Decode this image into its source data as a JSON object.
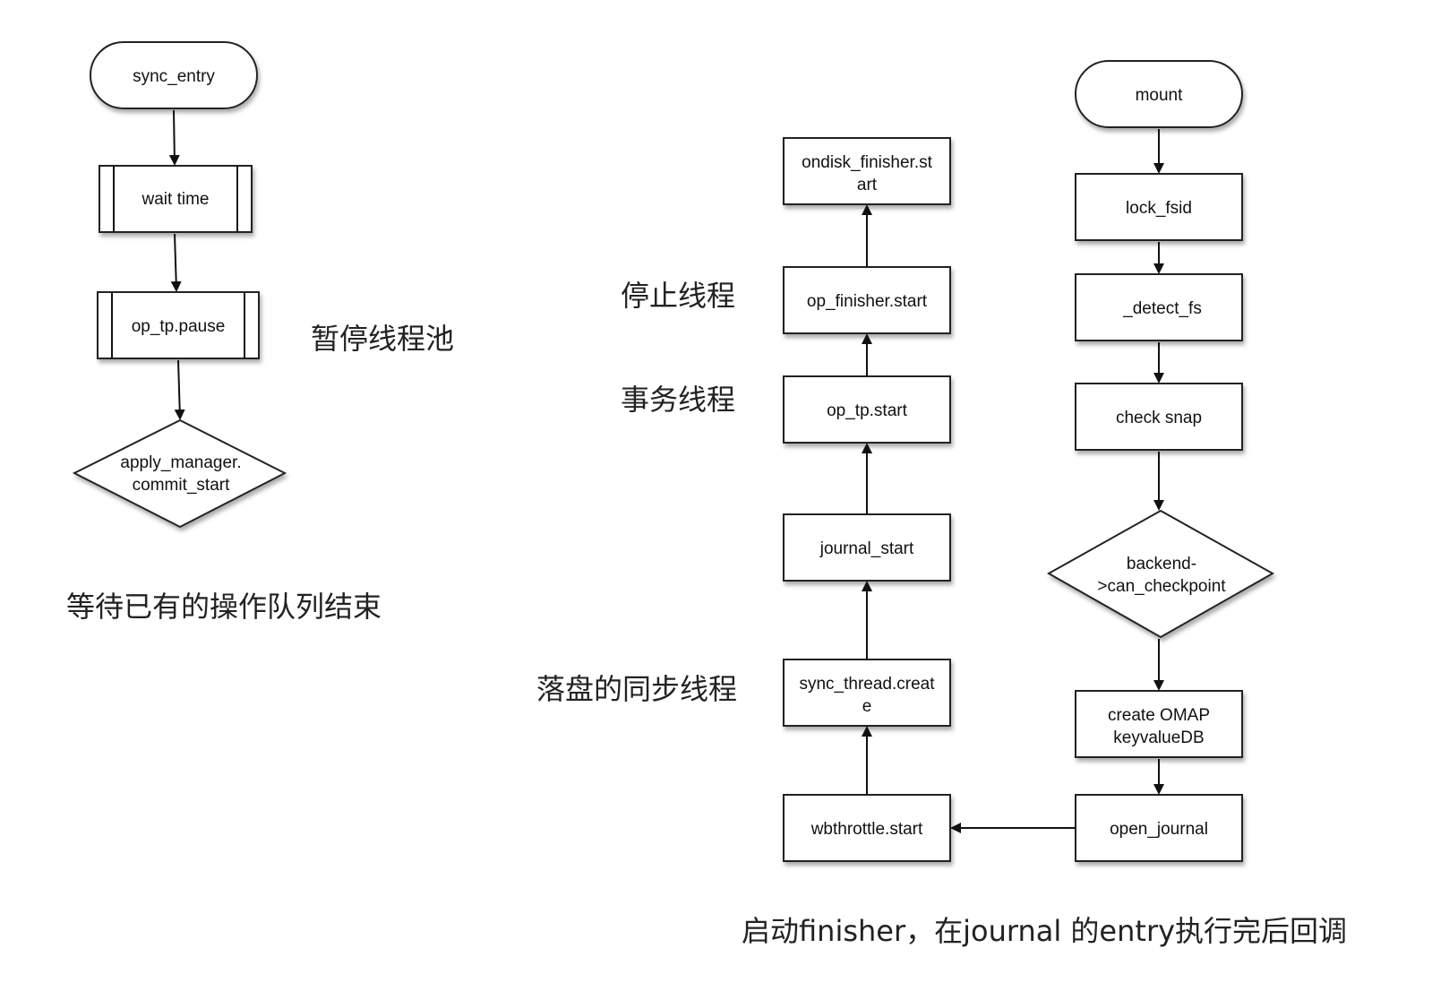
{
  "left_flow": {
    "sync_entry": "sync_entry",
    "wait_time": "wait time",
    "op_tp_pause": "op_tp.pause",
    "apply_manager_line1": "apply_manager.",
    "apply_manager_line2": "commit_start"
  },
  "right_flow": {
    "mount": "mount",
    "lock_fsid": "lock_fsid",
    "detect_fs": "_detect_fs",
    "check_snap": "check snap",
    "backend_line1": "backend-",
    "backend_line2": ">can_checkpoint",
    "create_omap_line1": "create OMAP",
    "create_omap_line2": "keyvalueDB",
    "open_journal": "open_journal",
    "wbthrottle_start": "wbthrottle.start",
    "sync_thread_line1": "sync_thread.creat",
    "sync_thread_line2": "e",
    "journal_start": "journal_start",
    "op_tp_start": "op_tp.start",
    "op_finisher_start": "op_finisher.start",
    "ondisk_line1": "ondisk_finisher.st",
    "ondisk_line2": "art"
  },
  "annotations": {
    "pause_pool": "暂停线程池",
    "wait_existing": "等待已有的操作队列结束",
    "stop_thread": "停止线程",
    "transaction_thread": "事务线程",
    "sync_thread": "落盘的同步线程",
    "finisher_note": "启动finisher，在journal 的entry执行完后回调"
  },
  "colors": {
    "stroke": "#222222",
    "fill": "#ffffff",
    "shadow": "#9a9a9a"
  }
}
